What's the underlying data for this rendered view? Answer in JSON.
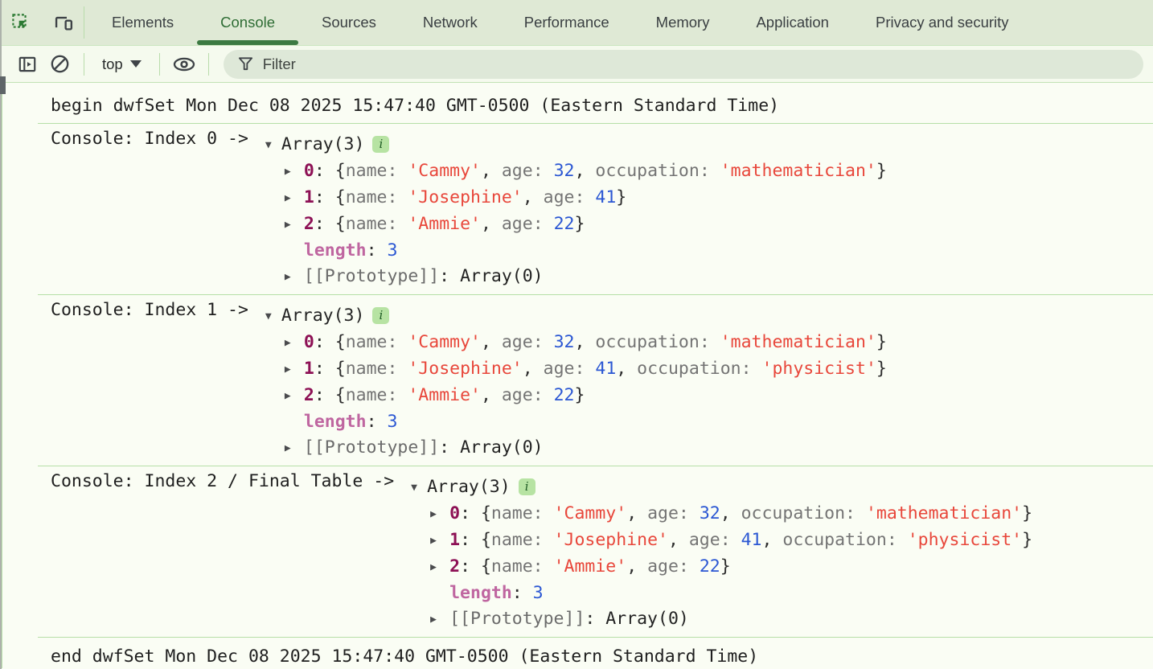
{
  "colors": {
    "accent_green": "#2f6d35",
    "tab_underline": "#3c7a42",
    "string_red": "#e8473b",
    "number_blue": "#2b57d3",
    "index_purple": "#8d1155",
    "length_pink": "#bf66a0",
    "row_separator": "#b6dfa7"
  },
  "tabbar": {
    "tabs": [
      {
        "label": "Elements",
        "selected": false
      },
      {
        "label": "Console",
        "selected": true
      },
      {
        "label": "Sources",
        "selected": false
      },
      {
        "label": "Network",
        "selected": false
      },
      {
        "label": "Performance",
        "selected": false
      },
      {
        "label": "Memory",
        "selected": false
      },
      {
        "label": "Application",
        "selected": false
      },
      {
        "label": "Privacy and security",
        "selected": false
      }
    ]
  },
  "toolbar": {
    "context_selector": "top",
    "filter_placeholder": "Filter",
    "filter_value": ""
  },
  "console": {
    "messages": [
      {
        "kind": "plain",
        "text": "begin dwfSet Mon Dec 08 2025 15:47:40 GMT-0500 (Eastern Standard Time)"
      },
      {
        "kind": "group",
        "label": "Console: Index 0 -> ",
        "array": {
          "header": "Array(3)",
          "badge": "i",
          "items": [
            {
              "index": "0",
              "props": [
                {
                  "key": "name",
                  "value": "'Cammy'",
                  "type": "string"
                },
                {
                  "key": "age",
                  "value": "32",
                  "type": "number"
                },
                {
                  "key": "occupation",
                  "value": "'mathematician'",
                  "type": "string"
                }
              ]
            },
            {
              "index": "1",
              "props": [
                {
                  "key": "name",
                  "value": "'Josephine'",
                  "type": "string"
                },
                {
                  "key": "age",
                  "value": "41",
                  "type": "number"
                }
              ]
            },
            {
              "index": "2",
              "props": [
                {
                  "key": "name",
                  "value": "'Ammie'",
                  "type": "string"
                },
                {
                  "key": "age",
                  "value": "22",
                  "type": "number"
                }
              ]
            }
          ],
          "length_key": "length",
          "length_value": "3",
          "prototype_key": "[[Prototype]]",
          "prototype_value": "Array(0)"
        }
      },
      {
        "kind": "group",
        "label": "Console: Index 1 -> ",
        "array": {
          "header": "Array(3)",
          "badge": "i",
          "items": [
            {
              "index": "0",
              "props": [
                {
                  "key": "name",
                  "value": "'Cammy'",
                  "type": "string"
                },
                {
                  "key": "age",
                  "value": "32",
                  "type": "number"
                },
                {
                  "key": "occupation",
                  "value": "'mathematician'",
                  "type": "string"
                }
              ]
            },
            {
              "index": "1",
              "props": [
                {
                  "key": "name",
                  "value": "'Josephine'",
                  "type": "string"
                },
                {
                  "key": "age",
                  "value": "41",
                  "type": "number"
                },
                {
                  "key": "occupation",
                  "value": "'physicist'",
                  "type": "string"
                }
              ]
            },
            {
              "index": "2",
              "props": [
                {
                  "key": "name",
                  "value": "'Ammie'",
                  "type": "string"
                },
                {
                  "key": "age",
                  "value": "22",
                  "type": "number"
                }
              ]
            }
          ],
          "length_key": "length",
          "length_value": "3",
          "prototype_key": "[[Prototype]]",
          "prototype_value": "Array(0)"
        }
      },
      {
        "kind": "group",
        "label": "Console: Index 2 / Final Table -> ",
        "array": {
          "header": "Array(3)",
          "badge": "i",
          "items": [
            {
              "index": "0",
              "props": [
                {
                  "key": "name",
                  "value": "'Cammy'",
                  "type": "string"
                },
                {
                  "key": "age",
                  "value": "32",
                  "type": "number"
                },
                {
                  "key": "occupation",
                  "value": "'mathematician'",
                  "type": "string"
                }
              ]
            },
            {
              "index": "1",
              "props": [
                {
                  "key": "name",
                  "value": "'Josephine'",
                  "type": "string"
                },
                {
                  "key": "age",
                  "value": "41",
                  "type": "number"
                },
                {
                  "key": "occupation",
                  "value": "'physicist'",
                  "type": "string"
                }
              ]
            },
            {
              "index": "2",
              "props": [
                {
                  "key": "name",
                  "value": "'Ammie'",
                  "type": "string"
                },
                {
                  "key": "age",
                  "value": "22",
                  "type": "number"
                }
              ]
            }
          ],
          "length_key": "length",
          "length_value": "3",
          "prototype_key": "[[Prototype]]",
          "prototype_value": "Array(0)"
        }
      },
      {
        "kind": "plain",
        "text": "end dwfSet Mon Dec 08 2025 15:47:40 GMT-0500 (Eastern Standard Time)"
      }
    ]
  }
}
